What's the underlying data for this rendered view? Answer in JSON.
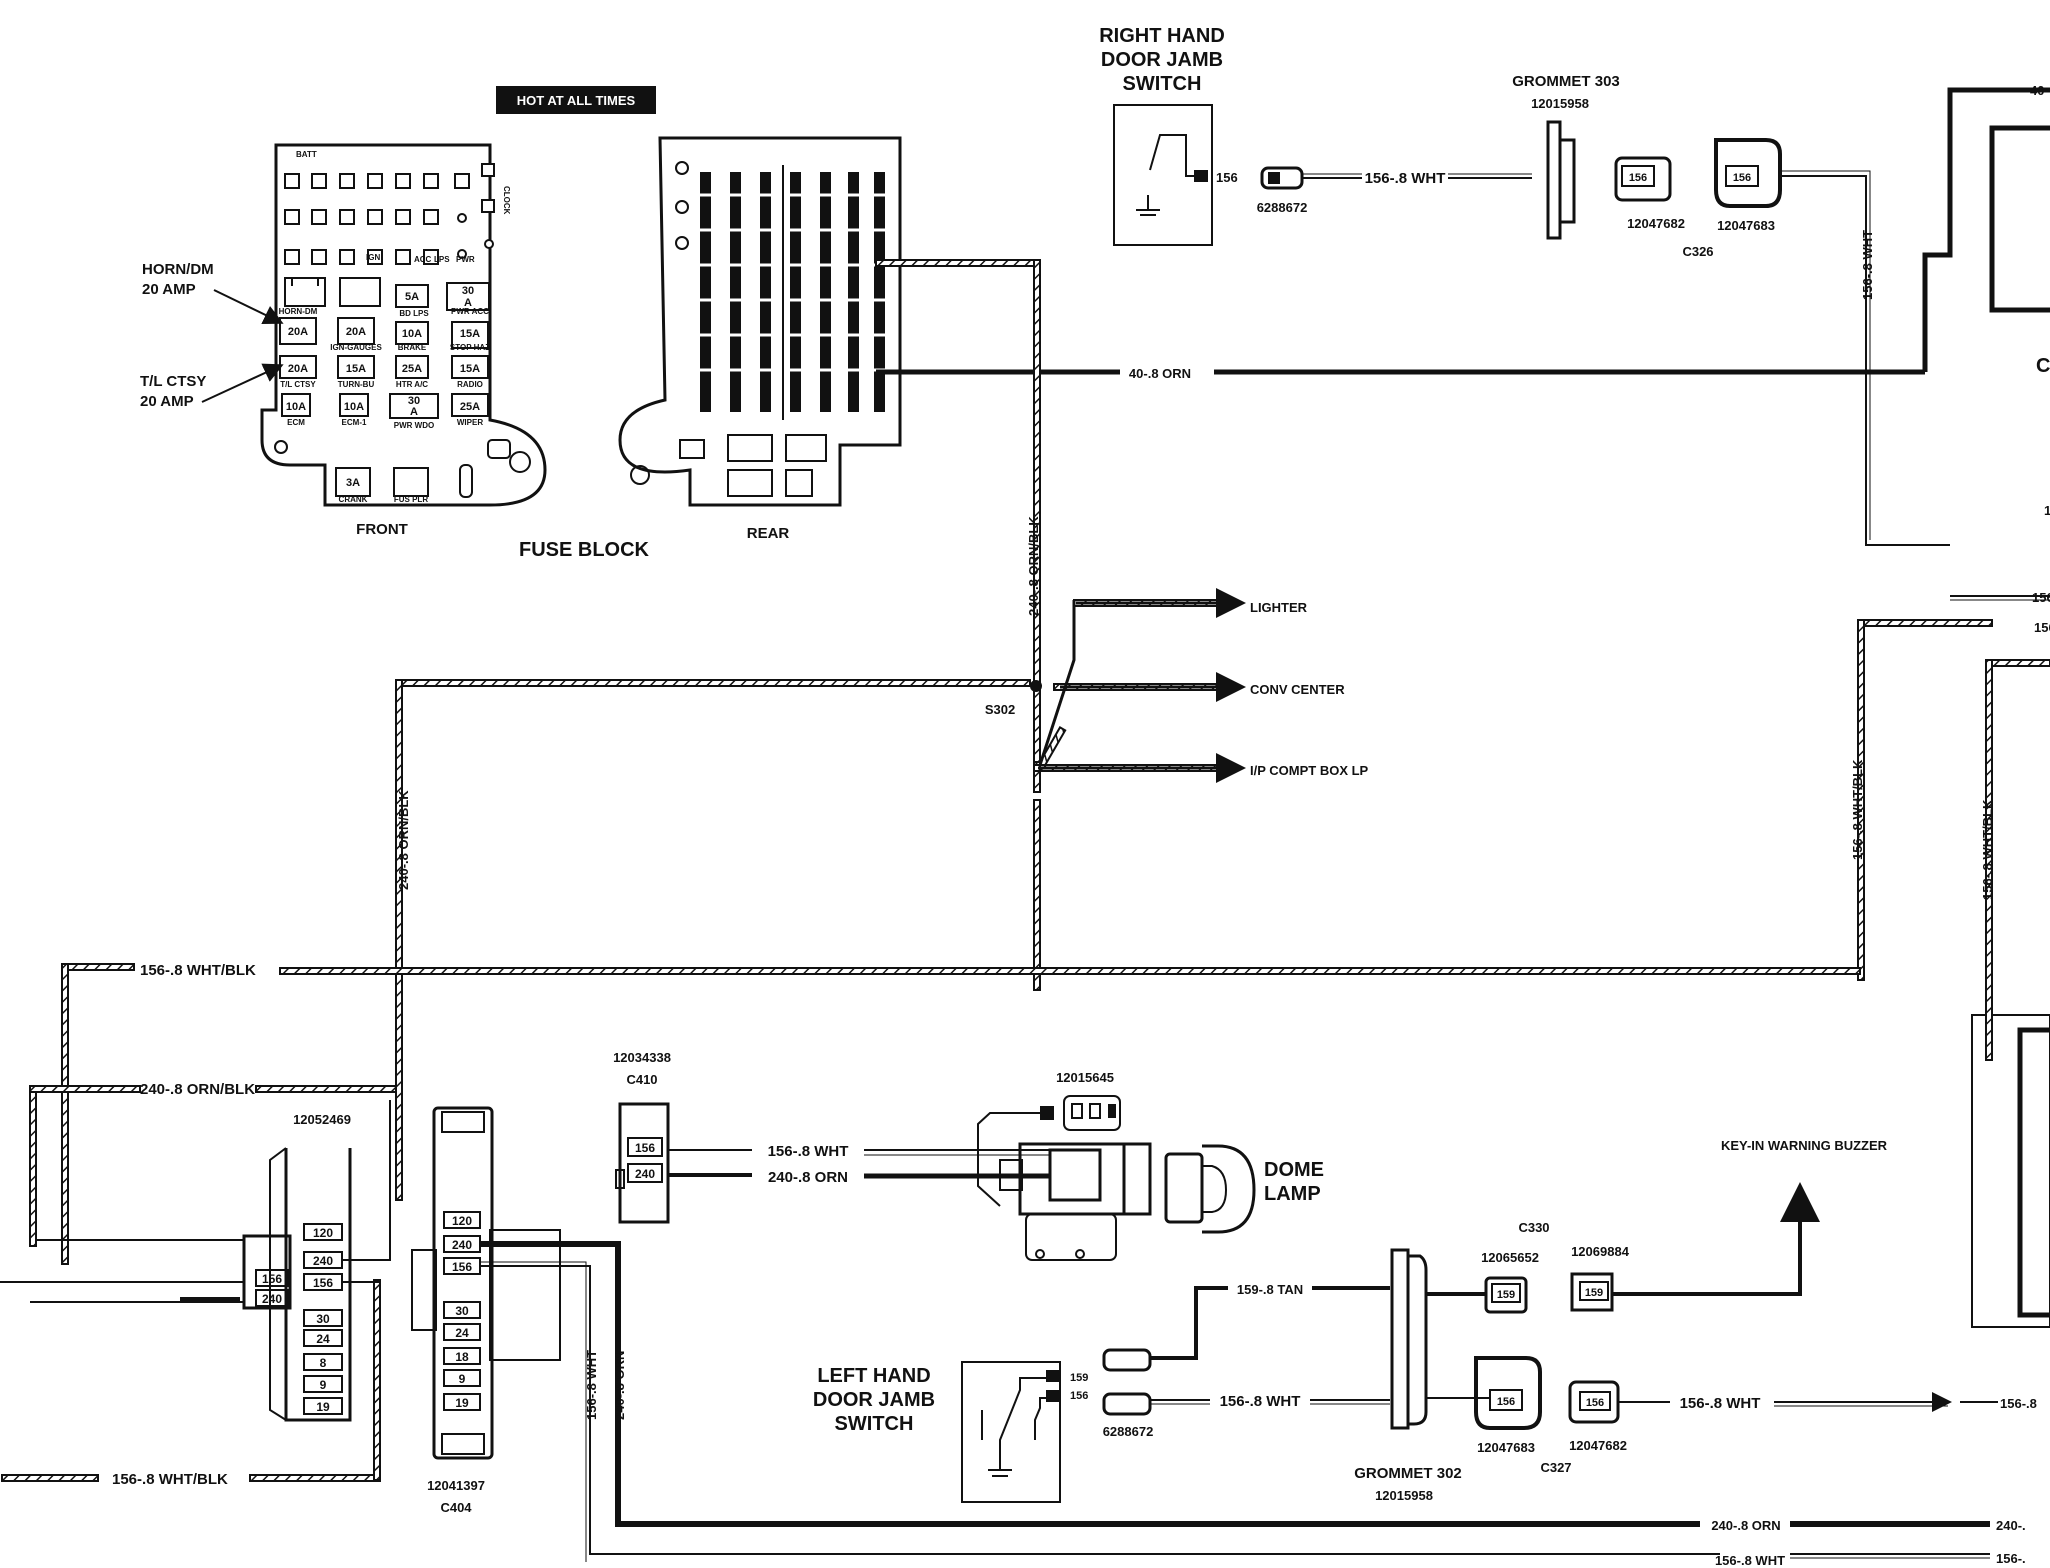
{
  "fuse_block": {
    "hot_label": "HOT AT ALL TIMES",
    "title": "FUSE BLOCK",
    "front_label": "FRONT",
    "rear_label": "REAR",
    "horn_label_1": "HORN/DM",
    "horn_label_2": "20 AMP",
    "tl_label_1": "T/L CTSY",
    "tl_label_2": "20 AMP",
    "batt": "BATT",
    "clock": "CLOCK",
    "fuse_ign": "IGN",
    "fuse_acc": "ACC",
    "fuse_lps": "LPS",
    "fuse_pwr": "PWR",
    "fuse_5a": "5A",
    "fuse_30a_top": "30",
    "fuse_30a_top_b": "A",
    "fuse_20a_1": "20A",
    "fuse_20a_2": "20A",
    "fuse_20a_3": "20A",
    "fuse_10a_1": "10A",
    "fuse_15a_1": "15A",
    "fuse_15a_2": "15A",
    "fuse_15a_3": "15A",
    "fuse_25a_1": "25A",
    "fuse_25a_2": "25A",
    "fuse_10a_2": "10A",
    "fuse_10a_3": "10A",
    "fuse_30a_mid": "30",
    "fuse_30a_mid_b": "A",
    "fuse_3a": "3A",
    "sub_horn": "HORN-DM",
    "sub_ign_gauges": "IGN-GAUGES",
    "sub_brake": "BRAKE",
    "sub_pwr_acc": "PWR ACC",
    "sub_tl_ctsy": "T/L CTSY",
    "sub_turn": "TURN-BU",
    "sub_htr": "HTR A/C",
    "sub_stop": "STOP HAZ",
    "sub_ecm": "ECM",
    "sub_ecm1": "ECM-1",
    "sub_radio": "RADIO",
    "sub_pwr_wdo": "PWR WDO",
    "sub_wiper": "WIPER",
    "sub_crank": "CRANK",
    "sub_fus_plr": "FUS PLR",
    "sub_bd_lps": "BD LPS"
  },
  "rh_switch": {
    "title_1": "RIGHT HAND",
    "title_2": "DOOR JAMB",
    "title_3": "SWITCH",
    "pin": "156",
    "part": "6288672"
  },
  "grommet303": {
    "title": "GROMMET 303",
    "part": "12015958",
    "conn1_part": "12047682",
    "conn2_part": "12047683",
    "conn_id": "C326",
    "pin": "156"
  },
  "wires": {
    "w156_wht": "156-.8 WHT",
    "w40_orn": "40-.8 ORN",
    "w240_ornblk": "240-.8 ORN/BLK",
    "w156_whtblk": "156-.8 WHT/BLK",
    "w240_orn": "240-.8 ORN",
    "w159_tan": "159-.8 TAN",
    "w156_wht_v": "156-.8 WHT",
    "w240_orn_v": "240-.8 ORN",
    "edge_40": "40-",
    "edge_156a": "156",
    "edge_156b": "156",
    "edge_156c": "156-.8",
    "edge_240": "240-.",
    "edge_156d": "156-.",
    "edge_1": "1",
    "edge_c": "C"
  },
  "splice": {
    "id": "S302",
    "lighter": "LIGHTER",
    "conv_center": "CONV CENTER",
    "ip_compt": "I/P COMPT BOX LP"
  },
  "left_conn": {
    "part": "12052469",
    "pins_left": [
      "156",
      "240"
    ],
    "pins_right": [
      "120",
      "240",
      "156",
      "30",
      "24",
      "8",
      "9",
      "19"
    ]
  },
  "c404": {
    "part": "12041397",
    "id": "C404",
    "pins": [
      "120",
      "240",
      "156",
      "30",
      "24",
      "18",
      "9",
      "19"
    ]
  },
  "c410": {
    "part": "12034338",
    "id": "C410",
    "pins": [
      "156",
      "240"
    ]
  },
  "dome": {
    "part": "12015645",
    "label_1": "DOME",
    "label_2": "LAMP"
  },
  "lh_switch": {
    "title_1": "LEFT HAND",
    "title_2": "DOOR JAMB",
    "title_3": "SWITCH",
    "pin_159": "159",
    "pin_156": "156",
    "part": "6288672"
  },
  "grommet302": {
    "title": "GROMMET 302",
    "part": "12015958",
    "c330": "C330",
    "c330_part_a": "12065652",
    "c330_part_b": "12069884",
    "pin_159": "159",
    "c327": "C327",
    "c327_part_a": "12047683",
    "c327_part_b": "12047682",
    "pin_156": "156"
  },
  "buzzer": {
    "label": "KEY-IN WARNING BUZZER"
  }
}
